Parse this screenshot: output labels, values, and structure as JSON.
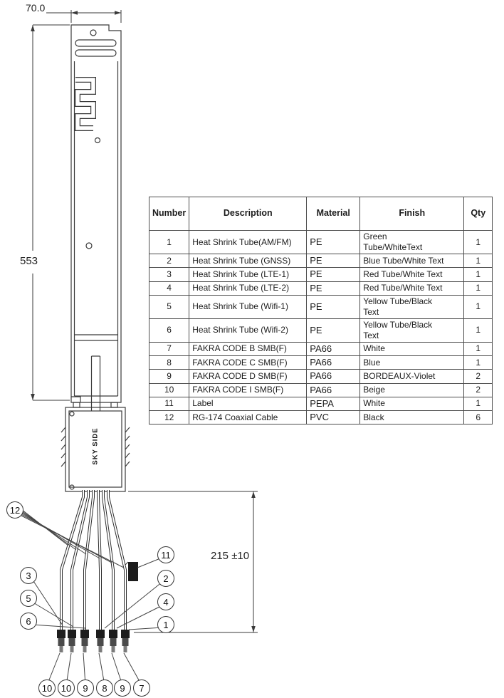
{
  "dimensions": {
    "board_width": "70.0",
    "board_length": "553",
    "cable_length": "215 ±10"
  },
  "connector_block": {
    "label": "SKY SIDE"
  },
  "callouts": [
    "12",
    "11",
    "2",
    "4",
    "1",
    "3",
    "5",
    "6",
    "10",
    "10",
    "9",
    "8",
    "9",
    "7"
  ],
  "table": {
    "headers": [
      "Number",
      "Description",
      "Material",
      "Finish",
      "Qty"
    ],
    "rows": [
      [
        "1",
        "Heat Shrink Tube(AM/FM)",
        "PE",
        "Green\nTube/WhiteText",
        "1"
      ],
      [
        "2",
        "Heat Shrink Tube (GNSS)",
        "PE",
        "Blue Tube/White Text",
        "1"
      ],
      [
        "3",
        "Heat Shrink Tube (LTE-1)",
        "PE",
        "Red Tube/White Text",
        "1"
      ],
      [
        "4",
        "Heat Shrink Tube (LTE-2)",
        "PE",
        "Red Tube/White Text",
        "1"
      ],
      [
        "5",
        "Heat Shrink Tube (Wifi-1)",
        "PE",
        "Yellow Tube/Black\nText",
        "1"
      ],
      [
        "6",
        "Heat Shrink Tube (Wifi-2)",
        "PE",
        "Yellow Tube/Black\nText",
        "1"
      ],
      [
        "7",
        "FAKRA CODE B SMB(F)",
        "PA66",
        "White",
        "1"
      ],
      [
        "8",
        "FAKRA CODE C SMB(F)",
        "PA66",
        "Blue",
        "1"
      ],
      [
        "9",
        "FAKRA CODE D SMB(F)",
        "PA66",
        "BORDEAUX-Violet",
        "2"
      ],
      [
        "10",
        "FAKRA CODE I SMB(F)",
        "PA66",
        "Beige",
        "2"
      ],
      [
        "11",
        "Label",
        "PEPA",
        "White",
        "1"
      ],
      [
        "12",
        "RG-174 Coaxial Cable",
        "PVC",
        "Black",
        "6"
      ]
    ]
  }
}
